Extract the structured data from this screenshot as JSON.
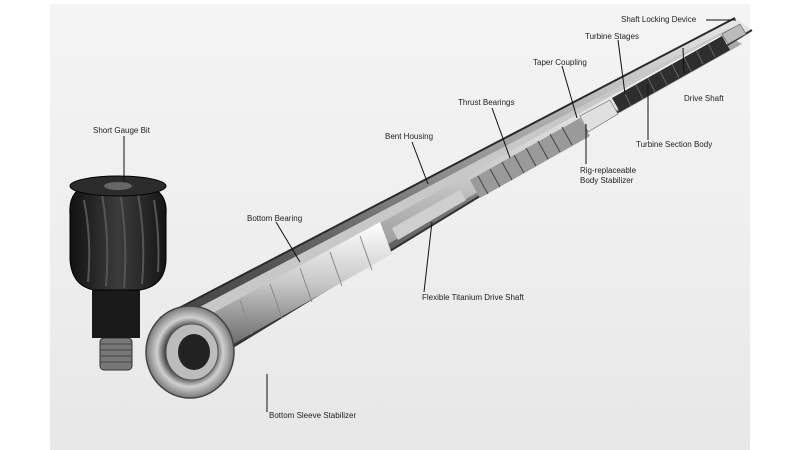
{
  "labels": {
    "shaft_locking_device": "Shaft Locking Device",
    "turbine_stages": "Turbine Stages",
    "taper_coupling": "Taper Coupling",
    "drive_shaft": "Drive Shaft",
    "thrust_bearings": "Thrust Bearings",
    "short_gauge_bit": "Short Gauge Bit",
    "bent_housing": "Bent Housing",
    "turbine_section_body": "Turbine Section Body",
    "rig_replaceable_body_stabilizer": "Rig-replaceable Body Stabilizer",
    "bottom_bearing": "Bottom Bearing",
    "flexible_titanium_drive_shaft": "Flexible Titanium Drive Shaft",
    "bottom_sleeve_stabilizer": "Bottom Sleeve Stabilizer"
  },
  "colors": {
    "background": "#f0f0f0",
    "housing_dark": "#3a3a3a",
    "housing_light": "#bdbdbd",
    "shaft_metal": "#d9d9d9",
    "bit_body": "#1e1e1e",
    "leader_line": "#111111"
  }
}
